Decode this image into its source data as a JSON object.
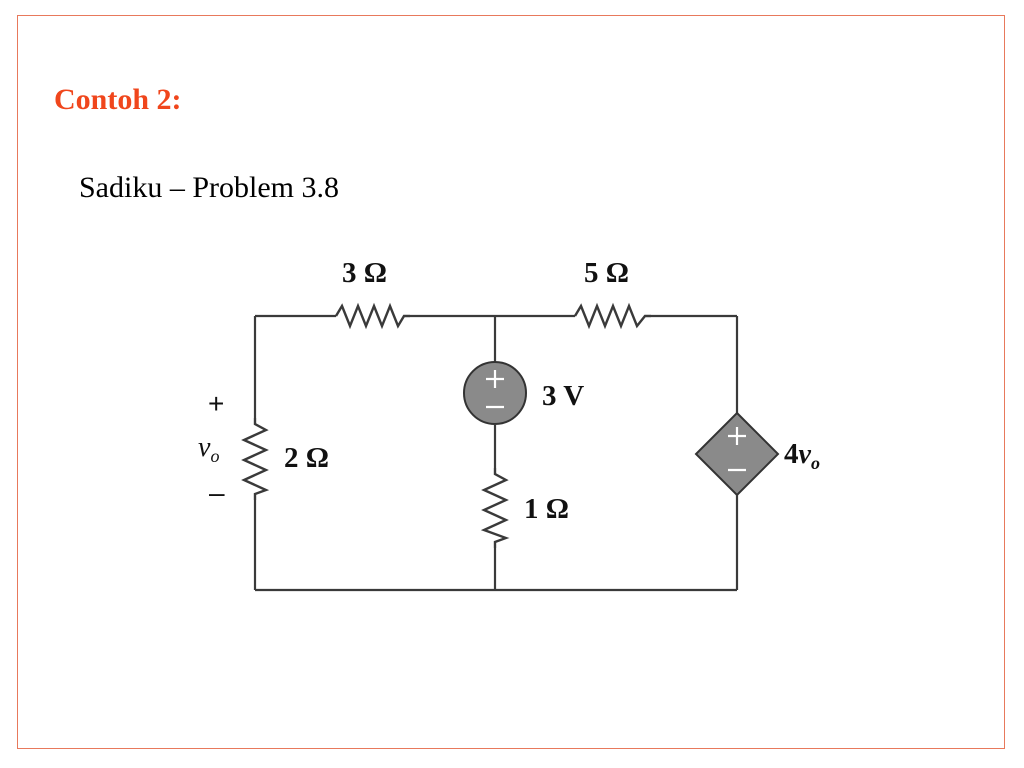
{
  "slide": {
    "title": "Contoh 2:",
    "subtitle": "Sadiku – Problem 3.8",
    "title_color": "#f0461c",
    "frame_color": "#e8795c"
  },
  "circuit": {
    "r_top_left": "3 Ω",
    "r_top_right": "5 Ω",
    "r_left": "2 Ω",
    "r_middle": "1 Ω",
    "voltage_source": "3 V",
    "dependent_source_coef": "4",
    "dependent_source_var": "v",
    "dependent_source_sub": "o",
    "vo_var": "v",
    "vo_sub": "o",
    "vo_plus": "+",
    "vo_minus": "–",
    "source_plus": "+",
    "source_minus": "–",
    "source_fill": "#8a8a8a",
    "wire_color": "#3a3a3a"
  }
}
